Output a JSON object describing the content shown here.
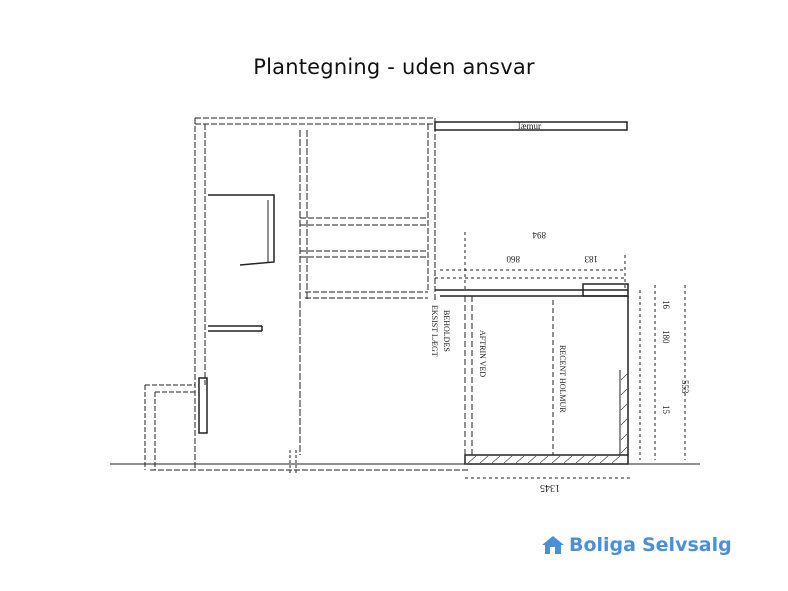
{
  "title": "Plantegning - uden ansvar",
  "labels": {
    "laemur": "læmur",
    "dim_top": "894",
    "dim_860": "860",
    "dim_183": "183",
    "dim_right_1": "16",
    "dim_right_2": "180",
    "dim_right_3": "553",
    "dim_right_4": "15",
    "dim_bottom": "1345",
    "note_1": "EKSIST LÆGT",
    "note_2": "BEHOLDES",
    "note_3": "AFTRIN VED",
    "note_4": "RECENT HOLMUR"
  },
  "brand": {
    "word1": "Boliga",
    "word2": "Selvsalg",
    "color": "#4a90d9"
  }
}
